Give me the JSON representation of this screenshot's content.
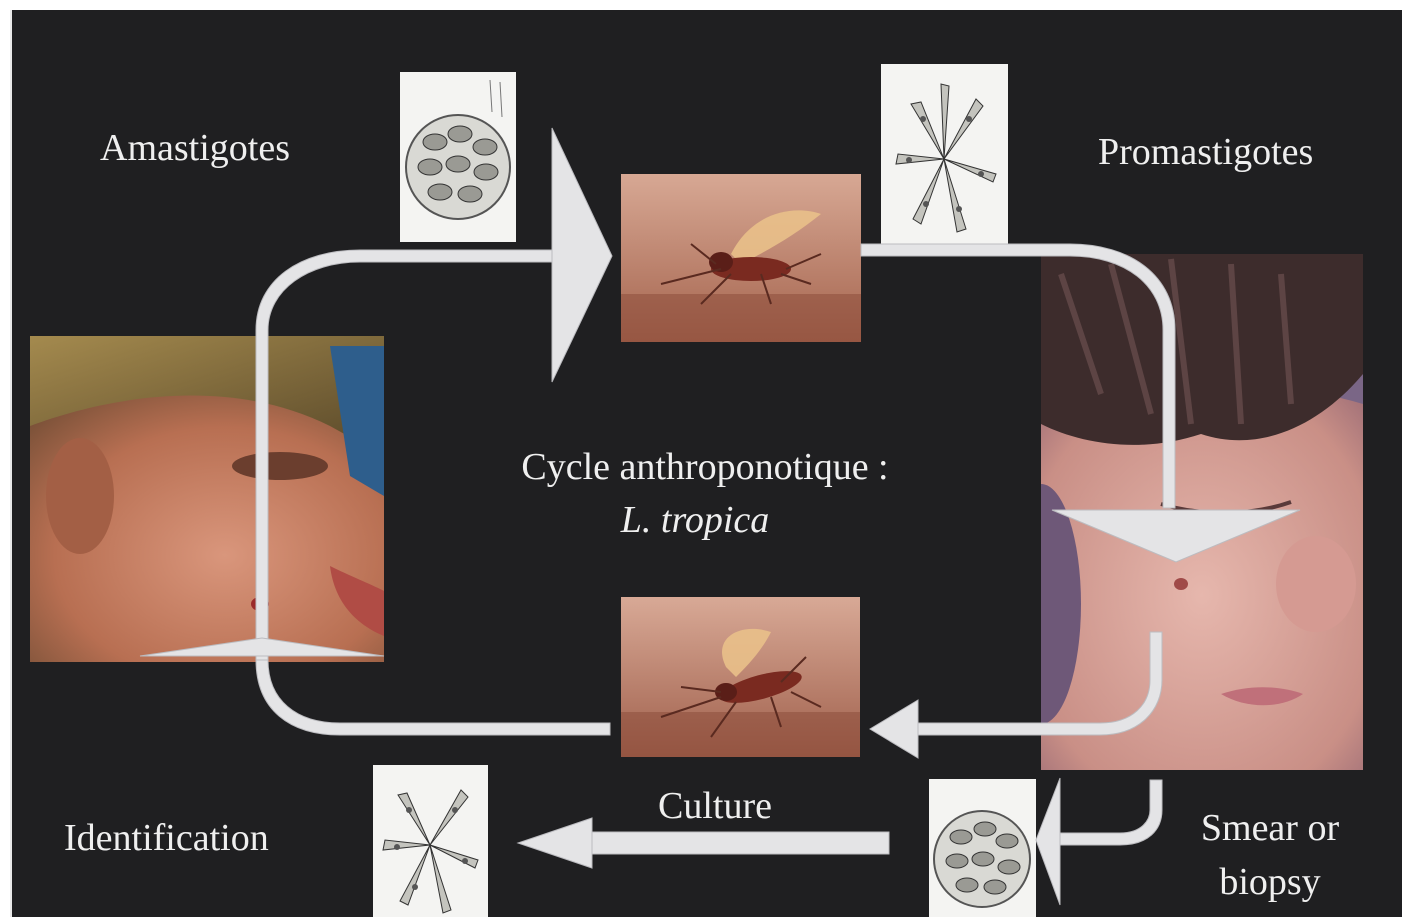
{
  "diagram": {
    "labels": {
      "amastigotes": "Amastigotes",
      "promastigotes": "Promastigotes",
      "cycle_title": "Cycle anthroponotique :",
      "species": "L. tropica",
      "culture": "Culture",
      "identification": "Identification",
      "smear_line1": "Smear or",
      "smear_line2": "biopsy"
    },
    "images": {
      "amastigote_top": "amastigote micrograph drawing",
      "promastigote_top": "promastigote micrograph drawing",
      "sandfly_top": "sandfly feeding photo",
      "sandfly_bottom": "sandfly feeding photo",
      "child_left": "child with lesion on chin",
      "child_right": "child with lesion on cheek",
      "promastigote_bottom": "promastigote micrograph drawing",
      "amastigote_bottom": "amastigote micrograph drawing"
    },
    "colors": {
      "background": "#1f1f21",
      "arrow": "#e4e4e6",
      "text": "#efefef"
    }
  }
}
